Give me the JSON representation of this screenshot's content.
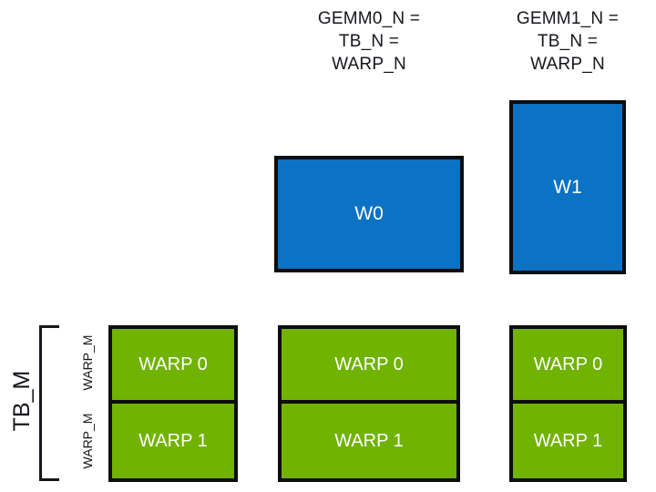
{
  "diagram": {
    "title_captions": [
      {
        "id": "gemm0",
        "text": "GEMM0_N =\nTB_N =\nWARP_N"
      },
      {
        "id": "gemm1",
        "text": "GEMM1_N =\nTB_N =\nWARP_N"
      }
    ],
    "blue_boxes": [
      {
        "id": "w0",
        "label": "W0"
      },
      {
        "id": "w1",
        "label": "W1"
      }
    ],
    "green_columns": [
      {
        "id": "col0",
        "cells": [
          "WARP 0",
          "WARP 1"
        ]
      },
      {
        "id": "col1",
        "cells": [
          "WARP 0",
          "WARP 1"
        ]
      },
      {
        "id": "col2",
        "cells": [
          "WARP 0",
          "WARP 1"
        ]
      }
    ],
    "axis_labels": {
      "tb_m": "TB_M",
      "warp_m_upper": "WARP_M",
      "warp_m_lower": "WARP_M"
    },
    "colors": {
      "blue_fill": "#0b72c4",
      "green_fill": "#70b300",
      "outline": "#0d0d0d",
      "text_dark": "#16161d",
      "text_light": "#ffffff",
      "background": "#ffffff"
    }
  }
}
